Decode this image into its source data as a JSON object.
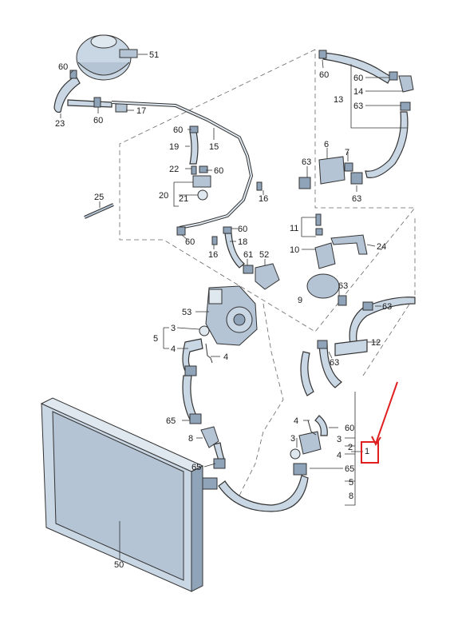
{
  "callouts": {
    "c51": "51",
    "c60_tank": "60",
    "c23": "23",
    "c60_a": "60",
    "c17": "17",
    "c60_top": "60",
    "c60_r1": "60",
    "c14": "14",
    "c13": "13",
    "c63_r1": "63",
    "c60_b": "60",
    "c15": "15",
    "c19": "19",
    "c22": "22",
    "c60_c": "60",
    "c20": "20",
    "c21": "21",
    "c6": "6",
    "c7": "7",
    "c63_l": "63",
    "c63_b": "63",
    "c16_a": "16",
    "c25": "25",
    "c60_d": "60",
    "c60_e": "60",
    "c18": "18",
    "c16_b": "16",
    "c61": "61",
    "c52": "52",
    "c11": "11",
    "c24": "24",
    "c10": "10",
    "c53": "53",
    "c63_m": "63",
    "c9": "9",
    "c63_n": "63",
    "c3_a": "3",
    "c5_a": "5",
    "c4_a": "4",
    "c4_b": "4",
    "c12": "12",
    "c63_o": "63",
    "c65_a": "65",
    "c8_a": "8",
    "c65_b": "65",
    "c4_c": "4",
    "c3_b": "3",
    "c60_f": "60",
    "c3_c": "3",
    "c2": "2",
    "c4_d": "4",
    "c65_c": "65",
    "c5_b": "5",
    "c8_b": "8",
    "c1": "1",
    "c50": "50"
  },
  "highlight": {
    "target": "1",
    "color": "#e02020"
  },
  "colors": {
    "part_fill": "#c9d6e3",
    "part_dark": "#8fa4b8",
    "line": "#333333",
    "highlight": "#e02020"
  }
}
